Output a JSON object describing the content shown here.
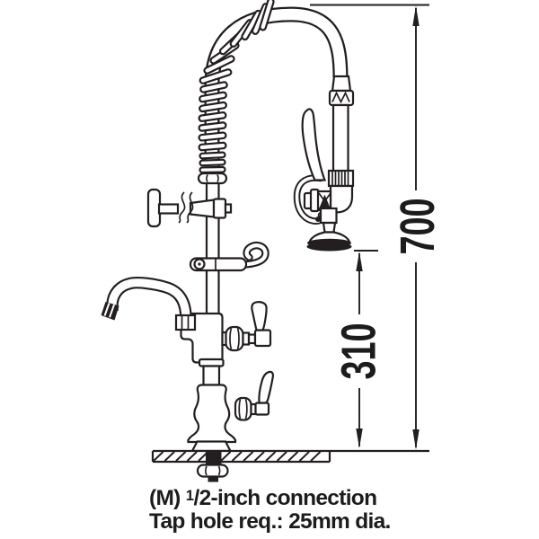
{
  "figure": {
    "colors": {
      "line": "#231f20",
      "background": "#ffffff"
    }
  },
  "dimensions": {
    "overall_height": "700",
    "spray_clearance": "310"
  },
  "caption": {
    "line1": {
      "prefix": "(M) ",
      "sup": "1",
      "rest": "/2-inch connection"
    },
    "line2": "Tap hole req.: 25mm dia."
  }
}
